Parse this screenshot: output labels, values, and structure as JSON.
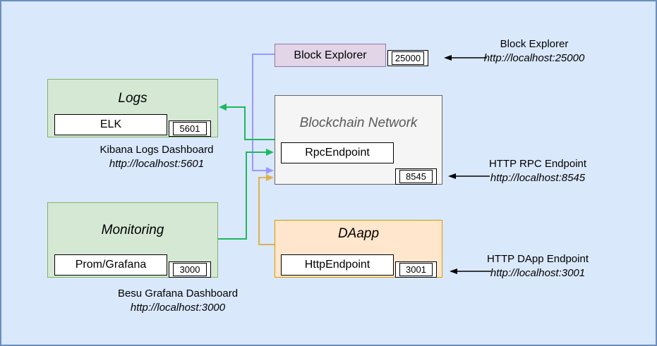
{
  "diagram": {
    "nodes": {
      "logs": {
        "title": "Logs",
        "component": "ELK",
        "port": "5601"
      },
      "monitoring": {
        "title": "Monitoring",
        "component": "Prom/Grafana",
        "port": "3000"
      },
      "block_explorer": {
        "label": "Block Explorer",
        "port": "25000"
      },
      "blockchain_network": {
        "title": "Blockchain Network",
        "component": "RpcEndpoint",
        "port": "8545"
      },
      "daapp": {
        "title": "DAapp",
        "component": "HttpEndpoint",
        "port": "3001"
      }
    },
    "annotations": {
      "kibana": {
        "title": "Kibana Logs Dashboard",
        "url": "http://localhost:5601"
      },
      "grafana": {
        "title": "Besu Grafana Dashboard",
        "url": "http://localhost:3000"
      },
      "block_explorer": {
        "title": "Block Explorer",
        "url": "http://localhost:25000"
      },
      "rpc": {
        "title": "HTTP RPC Endpoint",
        "url": "http://localhost:8545"
      },
      "dapp": {
        "title": "HTTP DApp Endpoint",
        "url": "http://localhost:3001"
      }
    },
    "colors": {
      "canvas_bg": "#dae8fc",
      "canvas_border": "#6c8ebf",
      "green_fill": "#d5e8d4",
      "green_border": "#82b366",
      "purple_fill": "#e1d5e7",
      "purple_border": "#9673a6",
      "gray_fill": "#f5f5f5",
      "gray_border": "#666666",
      "gray_title": "#595959",
      "orange_fill": "#ffe6cc",
      "orange_border": "#d79b00",
      "connector_green": "#1eb85c",
      "connector_purple": "#9999ff",
      "connector_orange": "#e0b04e",
      "connector_black": "#000000"
    }
  }
}
